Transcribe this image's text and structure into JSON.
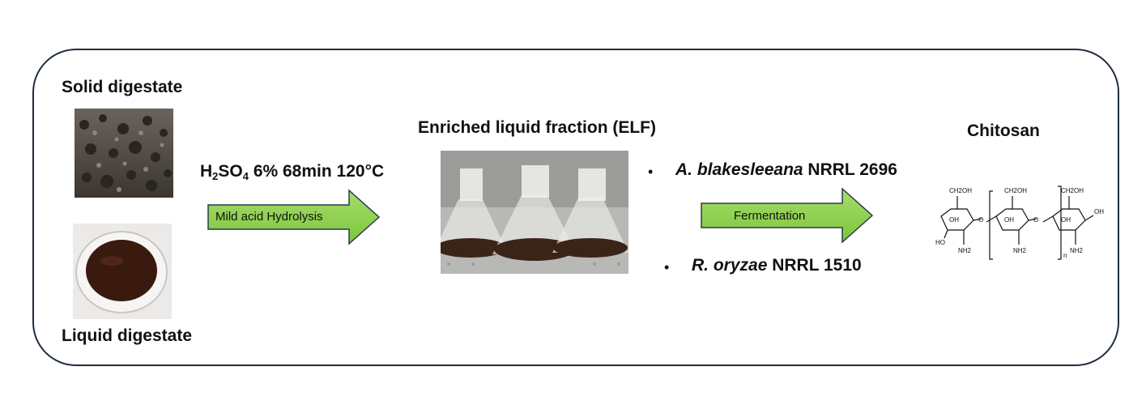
{
  "inputs": {
    "solid_label": "Solid digestate",
    "liquid_label": "Liquid digestate"
  },
  "step1": {
    "condition_prefix": "H",
    "condition_sub1": "2",
    "condition_mid": "SO",
    "condition_sub2": "4",
    "condition_rest": " 6% 68min 120°C",
    "arrow_label": "Mild acid Hydrolysis"
  },
  "intermediate": {
    "label": "Enriched liquid fraction (ELF)"
  },
  "step2": {
    "bullet": "•",
    "organism1_genus_species": "A. blakesleeana",
    "organism1_strain": " NRRL 2696",
    "organism2_genus_species": "R. oryzae",
    "organism2_strain": " NRRL 1510",
    "arrow_label": "Fermentation"
  },
  "product": {
    "label": "Chitosan",
    "structure": {
      "ch2oh": "CH2OH",
      "oh": "OH",
      "nh2": "NH2",
      "o": "O",
      "ho": "HO",
      "n": "n"
    }
  },
  "colors": {
    "arrow_fill": "#8fd14f",
    "arrow_fill_light": "#c9ef9f",
    "arrow_stroke": "#2b3a4a",
    "frame_stroke": "#1f2d3d"
  }
}
